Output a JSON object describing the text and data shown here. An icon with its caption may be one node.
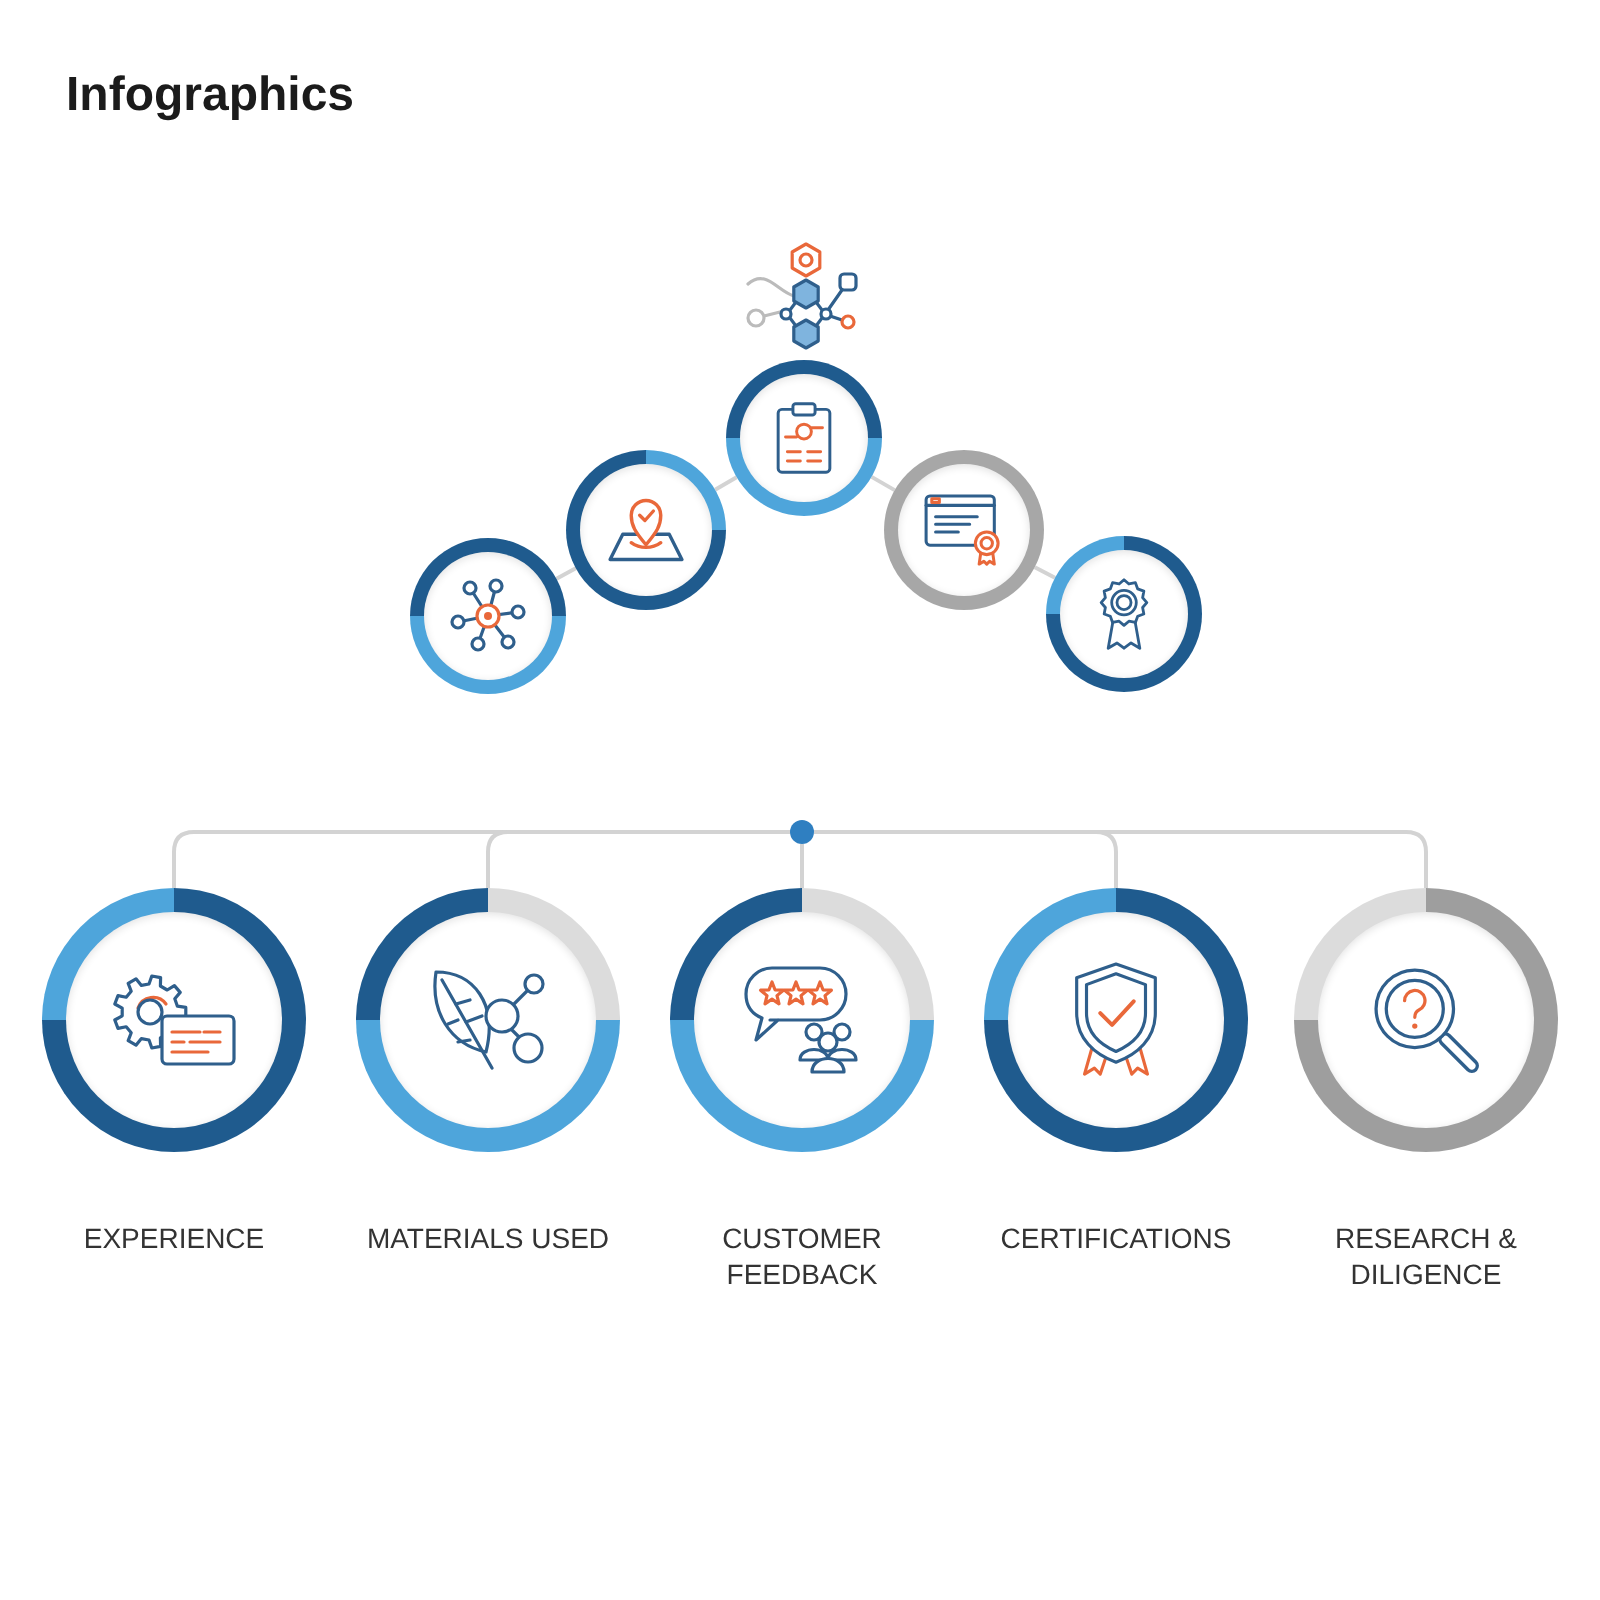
{
  "diagram": {
    "title": "Infographics",
    "nodes": [
      {
        "text": [],
        "shape": "circle"
      },
      {
        "text": [],
        "shape": "circle"
      },
      {
        "text": [],
        "shape": "circle"
      },
      {
        "text": [],
        "shape": "circle"
      },
      {
        "text": [],
        "shape": "circle"
      },
      {
        "text": [],
        "shape": "circle"
      },
      {
        "text": [
          "EXPERIENCE"
        ]
      },
      {
        "text": [
          "MATERIALS USED"
        ]
      },
      {
        "text": [
          "CUSTOMER FEEDBACK"
        ]
      },
      {
        "text": [
          "CERTIFICATIONS"
        ]
      },
      {
        "text": [
          "RESEARCH & DILIGENCE"
        ]
      }
    ],
    "edges": [
      {
        "from": 0,
        "to": 1,
        "arrow": "none"
      },
      {
        "from": 1,
        "to": 2,
        "arrow": "none"
      },
      {
        "from": 2,
        "to": 3,
        "arrow": "none"
      },
      {
        "from": 3,
        "to": 4,
        "arrow": "none"
      },
      {
        "from": 5,
        "to": 6,
        "arrow": "none"
      },
      {
        "from": 5,
        "to": 7,
        "arrow": "none"
      },
      {
        "from": 5,
        "to": 8,
        "arrow": "none"
      },
      {
        "from": 5,
        "to": 9,
        "arrow": "none"
      },
      {
        "from": 5,
        "to": 10,
        "arrow": "none"
      }
    ]
  }
}
